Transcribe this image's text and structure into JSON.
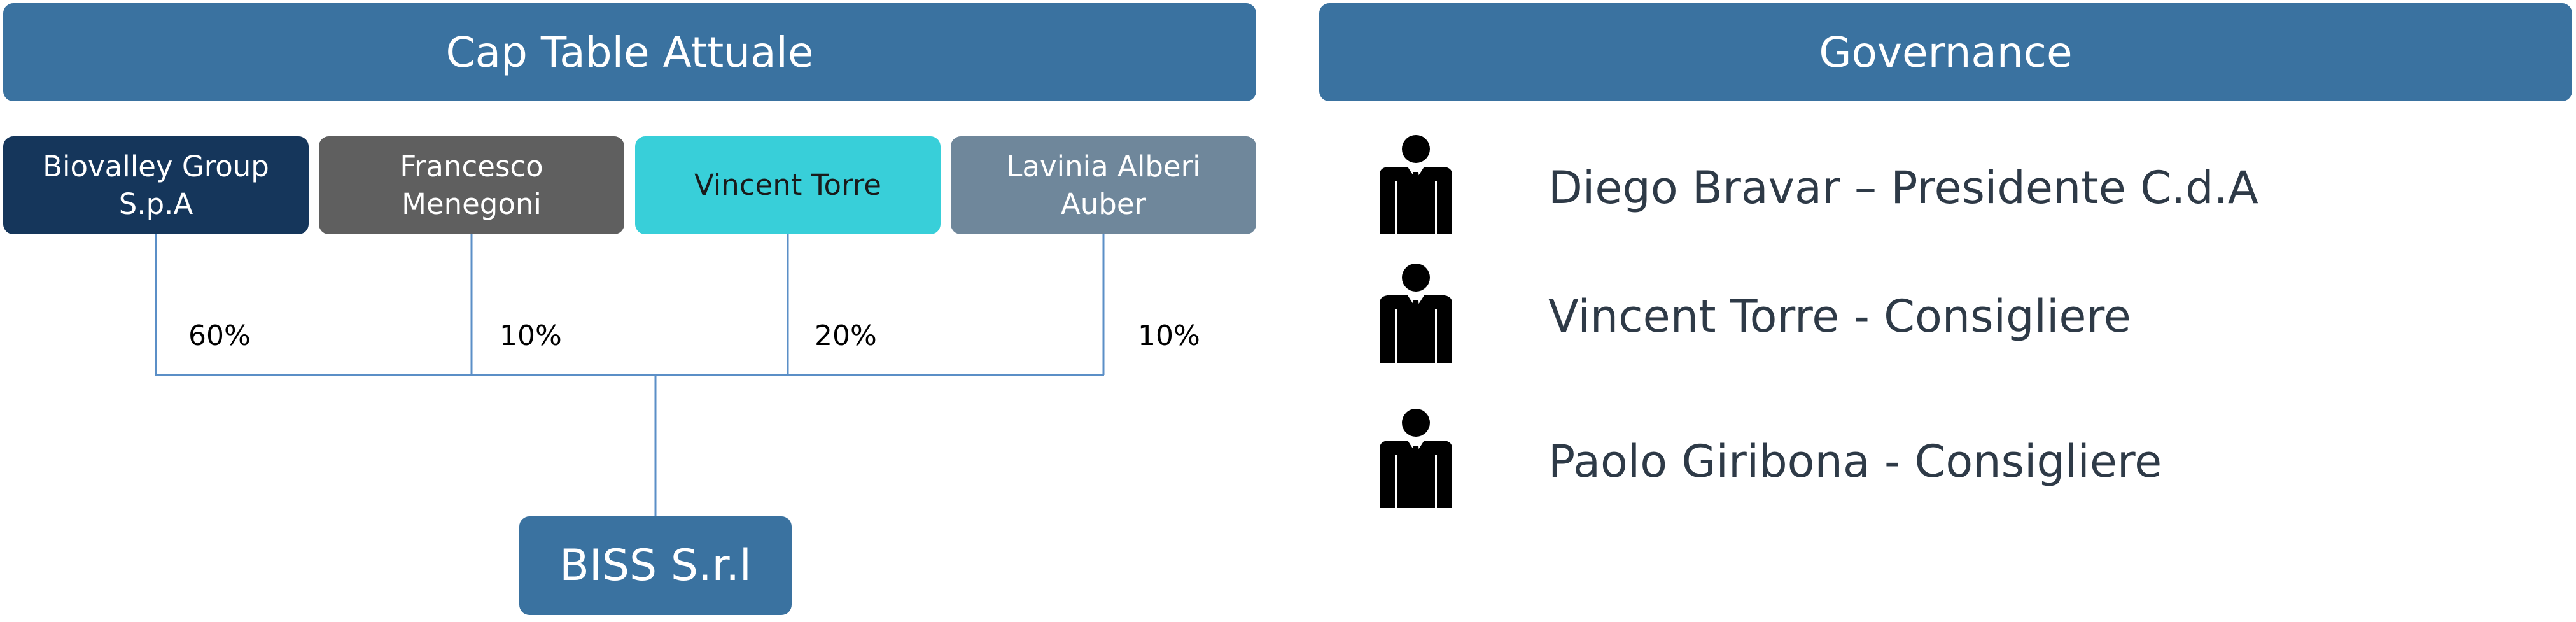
{
  "cap_table": {
    "title": "Cap Table Attuale",
    "shareholders": [
      {
        "name": "Biovalley Group\nS.p.A",
        "percent": "60%",
        "color": "#15365b"
      },
      {
        "name": "Francesco\nMenegoni",
        "percent": "10%",
        "color": "#5f5f5f"
      },
      {
        "name": "Vincent Torre",
        "percent": "20%",
        "color": "#38cfd9",
        "text_color": "#1a1a1a"
      },
      {
        "name": "Lavinia Alberi\nAuber",
        "percent": "10%",
        "color": "#6f879b"
      }
    ],
    "company": "BISS S.r.l",
    "line_color": "#5b8fc7"
  },
  "governance": {
    "title": "Governance",
    "members": [
      {
        "text": "Diego Bravar – Presidente C.d.A",
        "icon": "person-icon"
      },
      {
        "text": "Vincent Torre - Consigliere",
        "icon": "person-icon"
      },
      {
        "text": "Paolo Giribona - Consigliere",
        "icon": "person-icon"
      }
    ]
  }
}
